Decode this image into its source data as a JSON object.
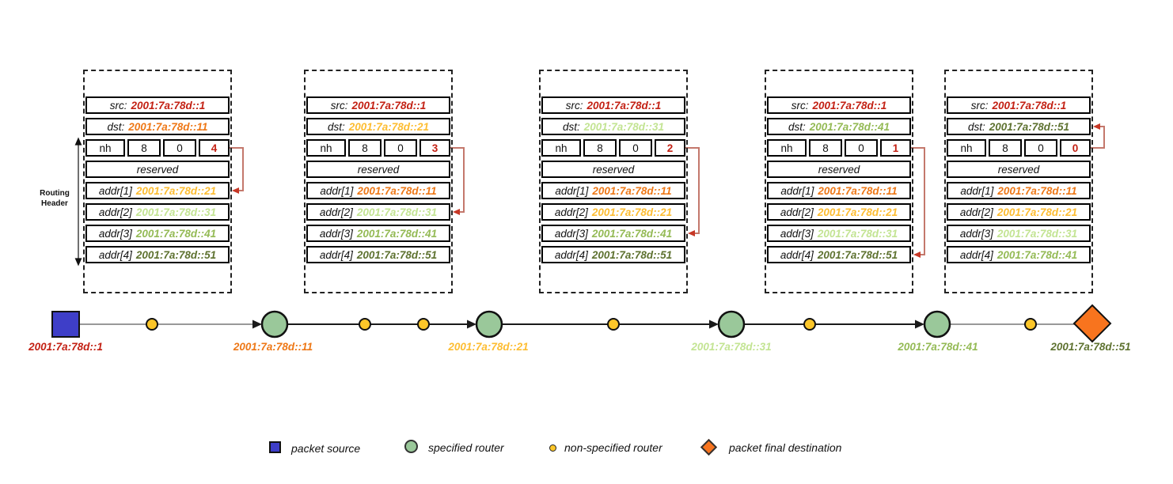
{
  "palette": {
    "source_blue": "#3e3ec8",
    "router_green": "#9ac89a",
    "nonspecified_yellow": "#fcc629",
    "destination_orange": "#f8741e",
    "pointer_line_red": "#c4786c",
    "pointer_head_red": "#c63726",
    "path_gray": "#999999",
    "path_black": "#1a1a1a"
  },
  "routing_header_label": {
    "line1": "Routing",
    "line2": "Header"
  },
  "field_labels": {
    "src": "src:",
    "dst": "dst:",
    "nh": "nh",
    "hdr_ext_len": "8",
    "routing_type": "0",
    "reserved": "reserved",
    "addr": [
      "addr[1]",
      "addr[2]",
      "addr[3]",
      "addr[4]"
    ]
  },
  "packets": [
    {
      "src": {
        "text": "2001:7a:78d::1",
        "color": "#c32114"
      },
      "dst": {
        "text": "2001:7a:78d::11",
        "color": "#ee7817"
      },
      "segments_left": {
        "text": "4",
        "color": "#c32114"
      },
      "addrs": [
        {
          "text": "2001:7a:78d::21",
          "color": "#fdbd32"
        },
        {
          "text": "2001:7a:78d::31",
          "color": "#c3e493"
        },
        {
          "text": "2001:7a:78d::41",
          "color": "#94ba55"
        },
        {
          "text": "2001:7a:78d::51",
          "color": "#5e7230"
        }
      ]
    },
    {
      "src": {
        "text": "2001:7a:78d::1",
        "color": "#c32114"
      },
      "dst": {
        "text": "2001:7a:78d::21",
        "color": "#fdbd32"
      },
      "segments_left": {
        "text": "3",
        "color": "#c32114"
      },
      "addrs": [
        {
          "text": "2001:7a:78d::11",
          "color": "#ee7817"
        },
        {
          "text": "2001:7a:78d::31",
          "color": "#c3e493"
        },
        {
          "text": "2001:7a:78d::41",
          "color": "#94ba55"
        },
        {
          "text": "2001:7a:78d::51",
          "color": "#5e7230"
        }
      ]
    },
    {
      "src": {
        "text": "2001:7a:78d::1",
        "color": "#c32114"
      },
      "dst": {
        "text": "2001:7a:78d::31",
        "color": "#c3e493"
      },
      "segments_left": {
        "text": "2",
        "color": "#c32114"
      },
      "addrs": [
        {
          "text": "2001:7a:78d::11",
          "color": "#ee7817"
        },
        {
          "text": "2001:7a:78d::21",
          "color": "#fdbd32"
        },
        {
          "text": "2001:7a:78d::41",
          "color": "#94ba55"
        },
        {
          "text": "2001:7a:78d::51",
          "color": "#5e7230"
        }
      ]
    },
    {
      "src": {
        "text": "2001:7a:78d::1",
        "color": "#c32114"
      },
      "dst": {
        "text": "2001:7a:78d::41",
        "color": "#94ba55"
      },
      "segments_left": {
        "text": "1",
        "color": "#c32114"
      },
      "addrs": [
        {
          "text": "2001:7a:78d::11",
          "color": "#ee7817"
        },
        {
          "text": "2001:7a:78d::21",
          "color": "#fdbd32"
        },
        {
          "text": "2001:7a:78d::31",
          "color": "#c3e493"
        },
        {
          "text": "2001:7a:78d::51",
          "color": "#5e7230"
        }
      ]
    },
    {
      "src": {
        "text": "2001:7a:78d::1",
        "color": "#c32114"
      },
      "dst": {
        "text": "2001:7a:78d::51",
        "color": "#5e7230"
      },
      "segments_left": {
        "text": "0",
        "color": "#c32114"
      },
      "addrs": [
        {
          "text": "2001:7a:78d::11",
          "color": "#ee7817"
        },
        {
          "text": "2001:7a:78d::21",
          "color": "#fdbd32"
        },
        {
          "text": "2001:7a:78d::31",
          "color": "#c3e493"
        },
        {
          "text": "2001:7a:78d::41",
          "color": "#94ba55"
        }
      ]
    }
  ],
  "path": {
    "node_labels": [
      {
        "text": "2001:7a:78d::1",
        "color": "#c32114"
      },
      {
        "text": "2001:7a:78d::11",
        "color": "#ee7817"
      },
      {
        "text": "2001:7a:78d::21",
        "color": "#fdbd32"
      },
      {
        "text": "2001:7a:78d::31",
        "color": "#c3e493"
      },
      {
        "text": "2001:7a:78d::41",
        "color": "#94ba55"
      },
      {
        "text": "2001:7a:78d::51",
        "color": "#5e7230"
      }
    ]
  },
  "legend": {
    "source": "packet source",
    "specified": "specified router",
    "nonspecified": "non-specified router",
    "destination": "packet final destination"
  }
}
